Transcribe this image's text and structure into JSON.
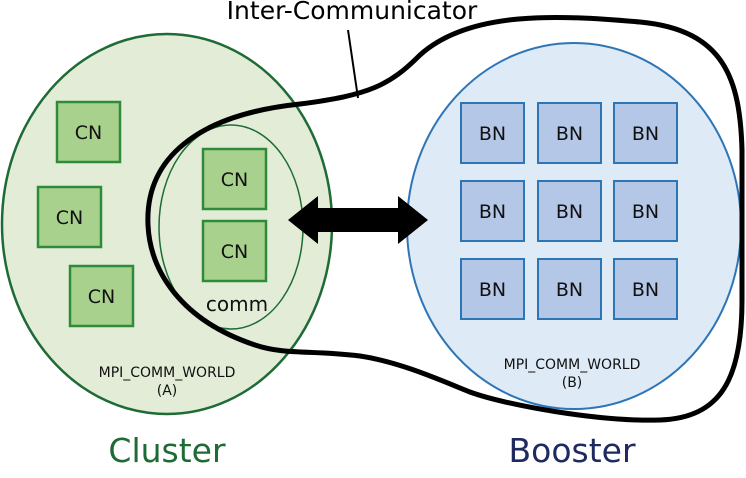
{
  "title": "Inter-Communicator",
  "cluster": {
    "label": "Cluster",
    "world_line1": "MPI_COMM_WORLD",
    "world_line2": "(A)",
    "fill": "#e2ecd6",
    "stroke": "#1e6b35",
    "label_color": "#1e6b35",
    "node_label": "CN",
    "node_fill": "#a9d18e",
    "node_stroke": "#2e8b3a",
    "nodes": [
      "CN",
      "CN",
      "CN"
    ],
    "comm": {
      "label": "comm",
      "nodes": [
        "CN",
        "CN"
      ]
    }
  },
  "booster": {
    "label": "Booster",
    "world_line1": "MPI_COMM_WORLD",
    "world_line2": "(B)",
    "fill": "#deebf7",
    "stroke": "#2e75b6",
    "label_color": "#1f2a60",
    "node_fill": "#b4c7e7",
    "node_stroke": "#2e75b6",
    "nodes": [
      "BN",
      "BN",
      "BN",
      "BN",
      "BN",
      "BN",
      "BN",
      "BN",
      "BN"
    ]
  },
  "arrow": {
    "color": "#000000",
    "direction": "bidirectional"
  }
}
